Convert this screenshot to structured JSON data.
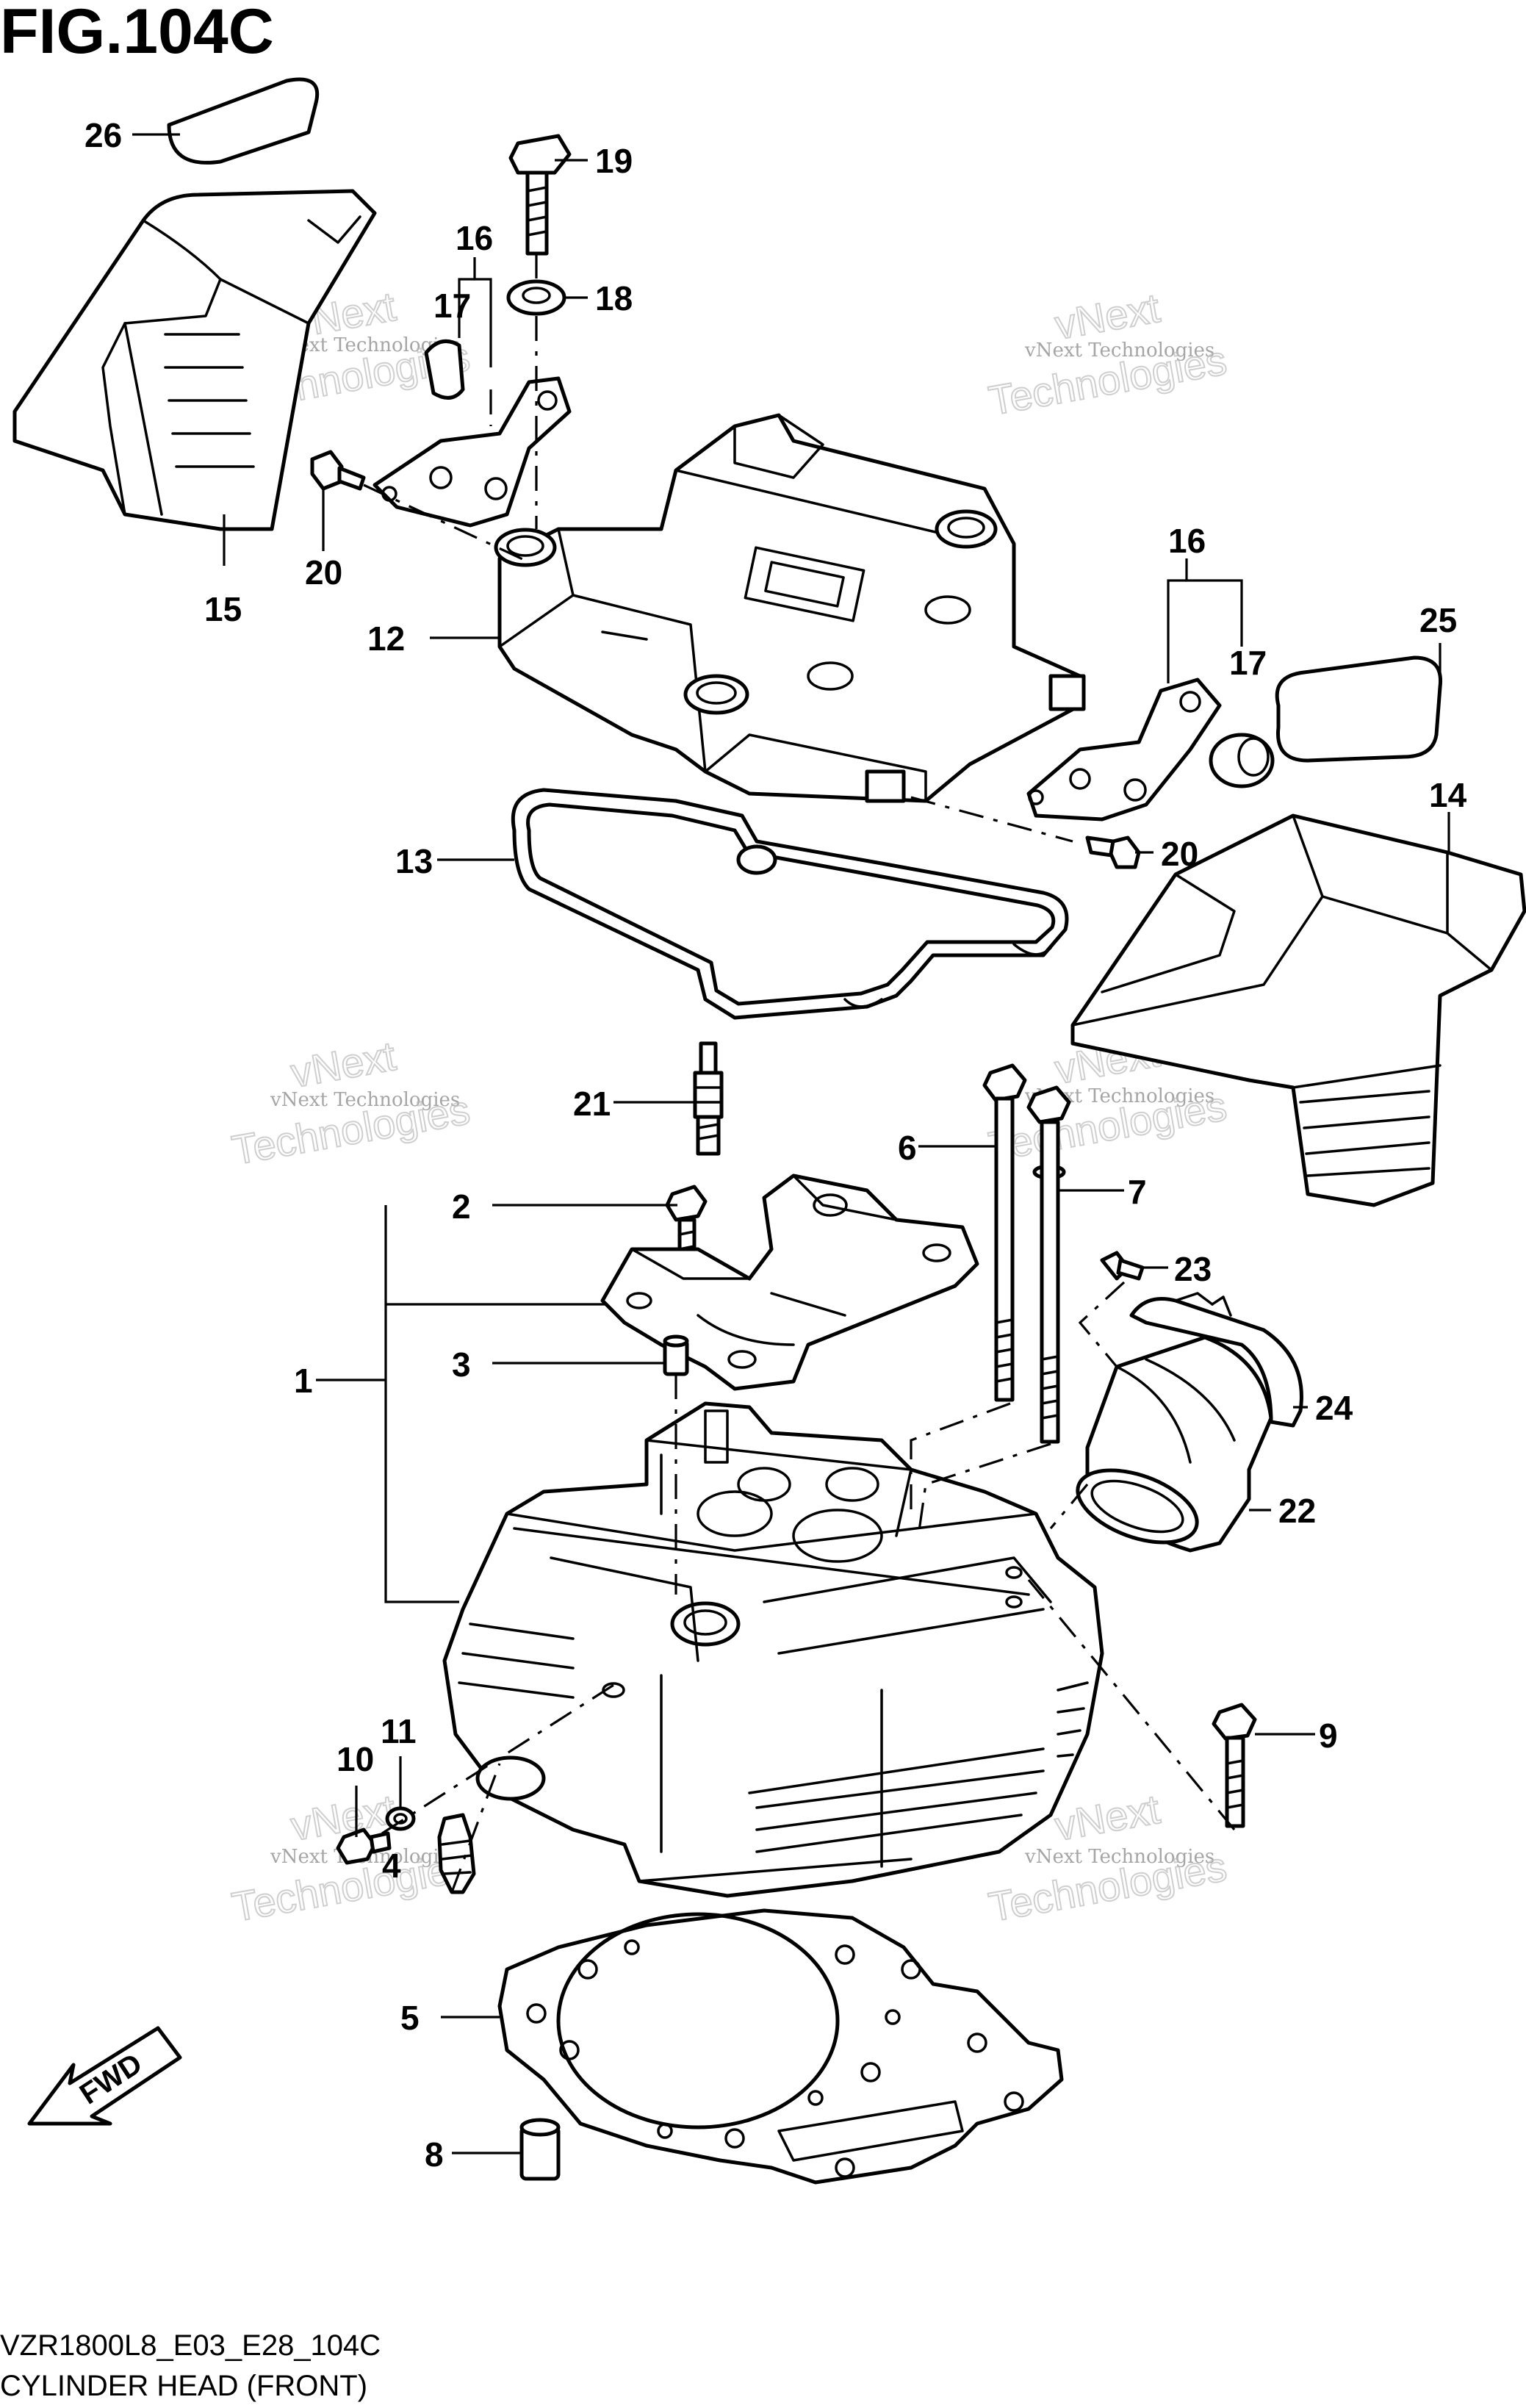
{
  "figure": {
    "title": "FIG.104C",
    "model_code": "VZR1800L8_E03_E28_104C",
    "caption": "CYLINDER HEAD (FRONT)"
  },
  "watermark": {
    "line1": "vNext Technologies",
    "line2a": "vNext",
    "line2b": "Technologies"
  },
  "direction": {
    "label": "FWD",
    "icon": "forward-arrow-icon"
  },
  "callouts": [
    {
      "id": "c1",
      "label": "1"
    },
    {
      "id": "c2",
      "label": "2"
    },
    {
      "id": "c3",
      "label": "3"
    },
    {
      "id": "c4",
      "label": "4"
    },
    {
      "id": "c5",
      "label": "5"
    },
    {
      "id": "c6",
      "label": "6"
    },
    {
      "id": "c7",
      "label": "7"
    },
    {
      "id": "c8",
      "label": "8"
    },
    {
      "id": "c9",
      "label": "9"
    },
    {
      "id": "c10",
      "label": "10"
    },
    {
      "id": "c11",
      "label": "11"
    },
    {
      "id": "c12",
      "label": "12"
    },
    {
      "id": "c13",
      "label": "13"
    },
    {
      "id": "c14",
      "label": "14"
    },
    {
      "id": "c15",
      "label": "15"
    },
    {
      "id": "c16a",
      "label": "16"
    },
    {
      "id": "c16b",
      "label": "16"
    },
    {
      "id": "c17a",
      "label": "17"
    },
    {
      "id": "c17b",
      "label": "17"
    },
    {
      "id": "c18",
      "label": "18"
    },
    {
      "id": "c19",
      "label": "19"
    },
    {
      "id": "c20a",
      "label": "20"
    },
    {
      "id": "c20b",
      "label": "20"
    },
    {
      "id": "c21",
      "label": "21"
    },
    {
      "id": "c22",
      "label": "22"
    },
    {
      "id": "c23",
      "label": "23"
    },
    {
      "id": "c24",
      "label": "24"
    },
    {
      "id": "c25",
      "label": "25"
    },
    {
      "id": "c26",
      "label": "26"
    }
  ]
}
